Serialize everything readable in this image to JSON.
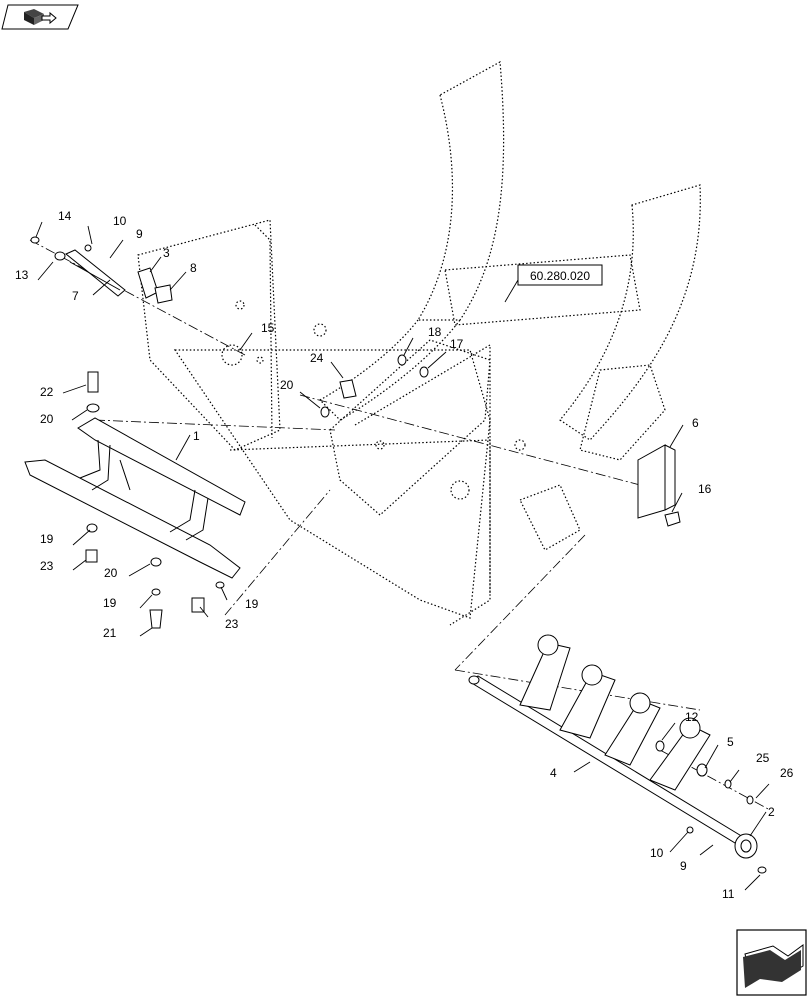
{
  "reference_label": "60.280.020",
  "icons": {
    "top_nav": "book-arrow-icon",
    "bottom_nav": "previous-arrow-icon"
  },
  "callouts": [
    {
      "id": "c1",
      "text": "1"
    },
    {
      "id": "c2",
      "text": "2"
    },
    {
      "id": "c3",
      "text": "3"
    },
    {
      "id": "c4",
      "text": "4"
    },
    {
      "id": "c5",
      "text": "5"
    },
    {
      "id": "c6",
      "text": "6"
    },
    {
      "id": "c7",
      "text": "7"
    },
    {
      "id": "c8",
      "text": "8"
    },
    {
      "id": "c9a",
      "text": "9"
    },
    {
      "id": "c9b",
      "text": "9"
    },
    {
      "id": "c10a",
      "text": "10"
    },
    {
      "id": "c10b",
      "text": "10"
    },
    {
      "id": "c11",
      "text": "11"
    },
    {
      "id": "c12",
      "text": "12"
    },
    {
      "id": "c13",
      "text": "13"
    },
    {
      "id": "c14",
      "text": "14"
    },
    {
      "id": "c15",
      "text": "15"
    },
    {
      "id": "c16",
      "text": "16"
    },
    {
      "id": "c17",
      "text": "17"
    },
    {
      "id": "c18",
      "text": "18"
    },
    {
      "id": "c19a",
      "text": "19"
    },
    {
      "id": "c19b",
      "text": "19"
    },
    {
      "id": "c19c",
      "text": "19"
    },
    {
      "id": "c20a",
      "text": "20"
    },
    {
      "id": "c20b",
      "text": "20"
    },
    {
      "id": "c20c",
      "text": "20"
    },
    {
      "id": "c21",
      "text": "21"
    },
    {
      "id": "c22",
      "text": "22"
    },
    {
      "id": "c23a",
      "text": "23"
    },
    {
      "id": "c23b",
      "text": "23"
    },
    {
      "id": "c24",
      "text": "24"
    },
    {
      "id": "c25",
      "text": "25"
    },
    {
      "id": "c26",
      "text": "26"
    }
  ]
}
